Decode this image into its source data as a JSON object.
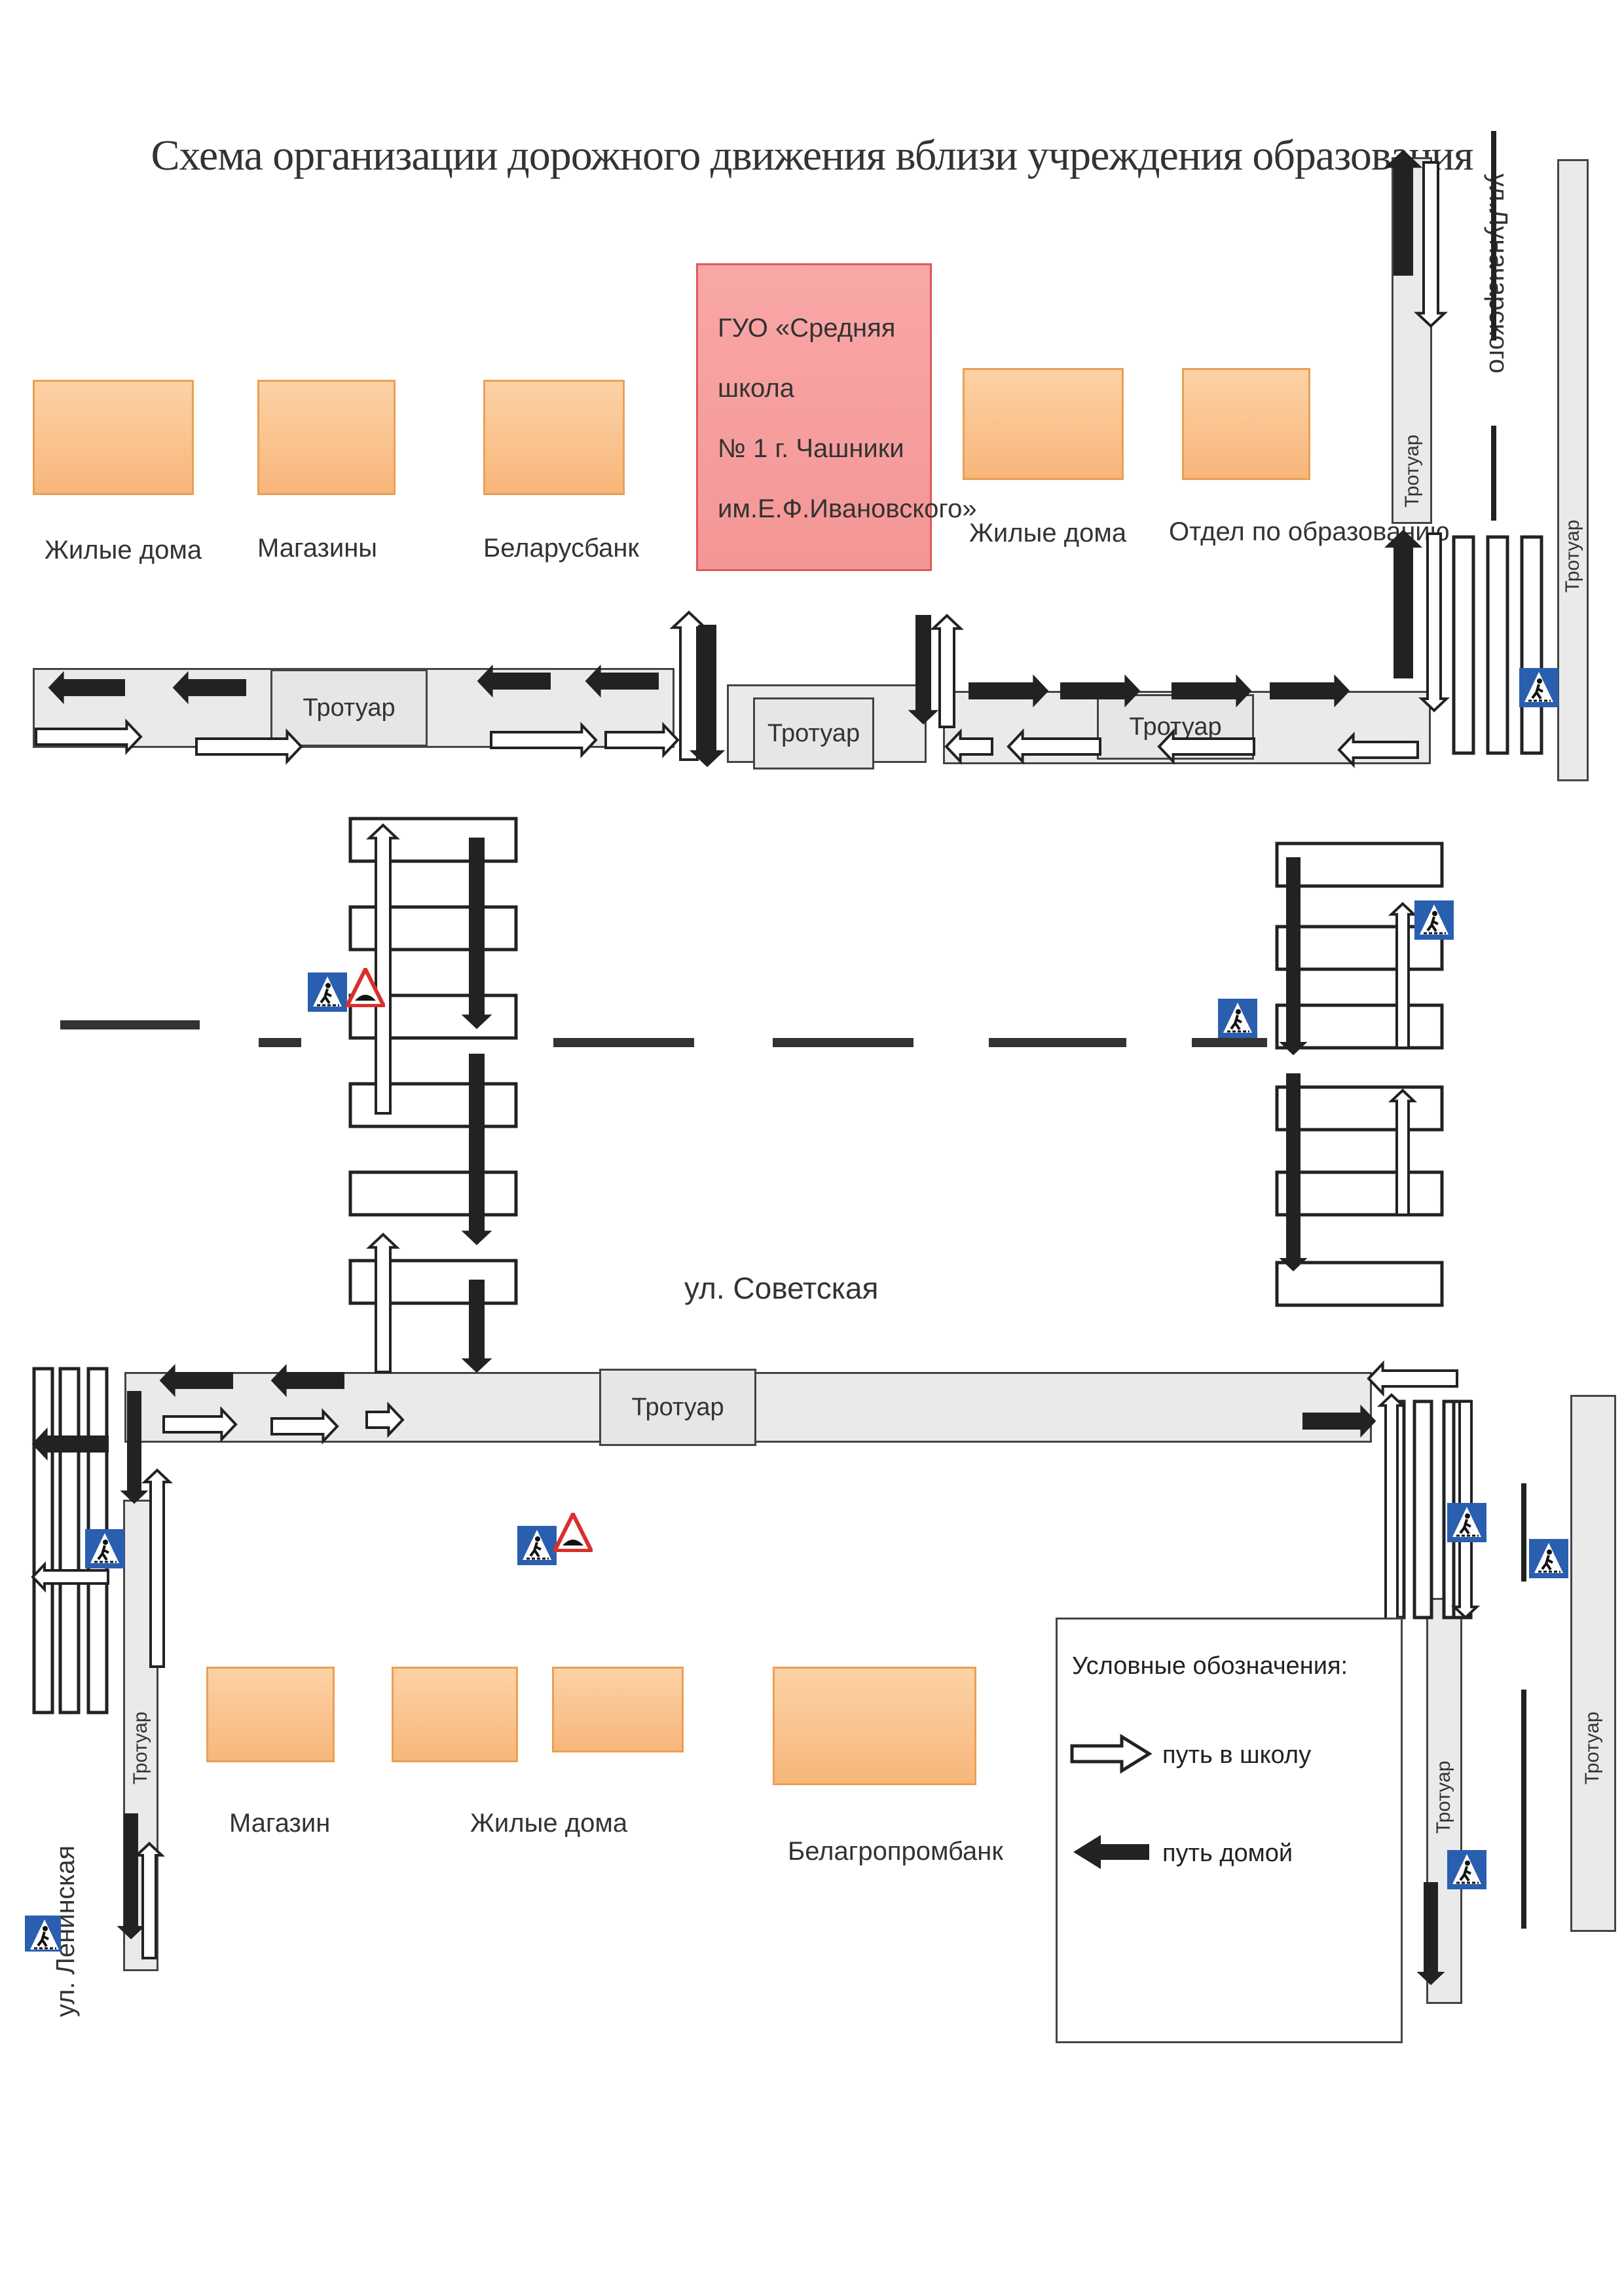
{
  "title": "Схема организации дорожного движения вблизи учреждения образования",
  "school": {
    "lines": [
      "ГУО «Средняя школа",
      "№ 1 г. Чашники",
      "им.Е.Ф.Ивановского»"
    ]
  },
  "buildings_top": [
    "Жилые дома",
    "Магазины",
    "Беларусбанк",
    "Жилые дома",
    "Отдел по образованию"
  ],
  "buildings_bottom": [
    "Магазин",
    "Жилые дома",
    "Белагропромбанк"
  ],
  "sidewalk_label": "Тротуар",
  "sidewalk_label_rotated": "Тротуар",
  "streets": {
    "main": "ул. Советская",
    "right": "ул.Луначарского",
    "left": "ул. Ленинская"
  },
  "legend": {
    "title": "Условные обозначения:",
    "to_school": "путь в школу",
    "to_home": "путь домой"
  },
  "colors": {
    "building": "#f8b67a",
    "school": "#f49696",
    "sign_blue": "#2a5fb0",
    "sign_red": "#d9302c",
    "arrow_dark": "#222222"
  },
  "icons": [
    "pedestrian-crossing-sign-icon",
    "speed-bump-warning-sign-icon",
    "arrow-to-school-icon",
    "arrow-to-home-icon"
  ]
}
